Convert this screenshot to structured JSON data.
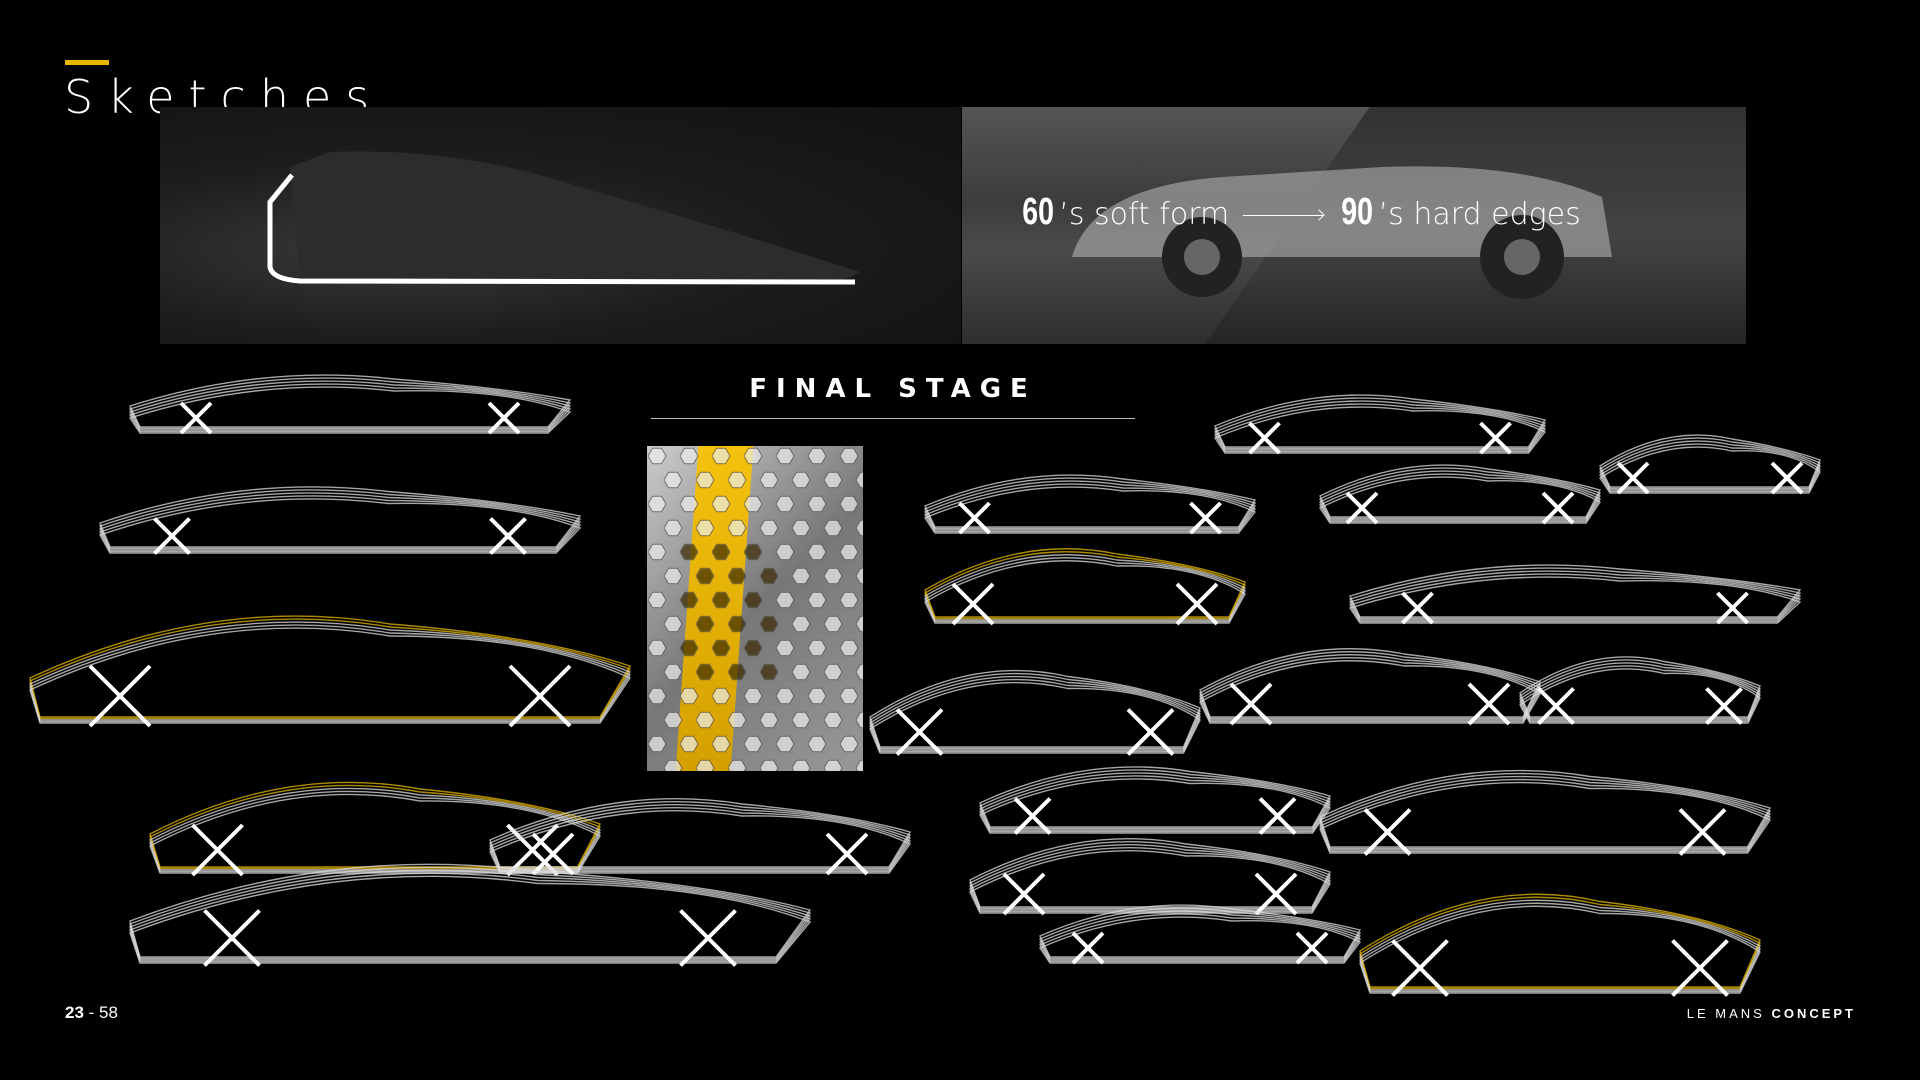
{
  "header": {
    "title": "Sketches"
  },
  "hero": {
    "left_from": "60",
    "left_text": "’s soft form",
    "right_from": "90",
    "right_text": "’s hard edges"
  },
  "section": {
    "title": "FINAL STAGE"
  },
  "footer": {
    "page_current": "23",
    "page_sep": " - ",
    "page_total": "58",
    "brand_light": "LE MANS ",
    "brand_bold": "CONCEPT"
  },
  "colors": {
    "accent": "#e8b800",
    "background": "#000000",
    "text": "#ffffff"
  }
}
